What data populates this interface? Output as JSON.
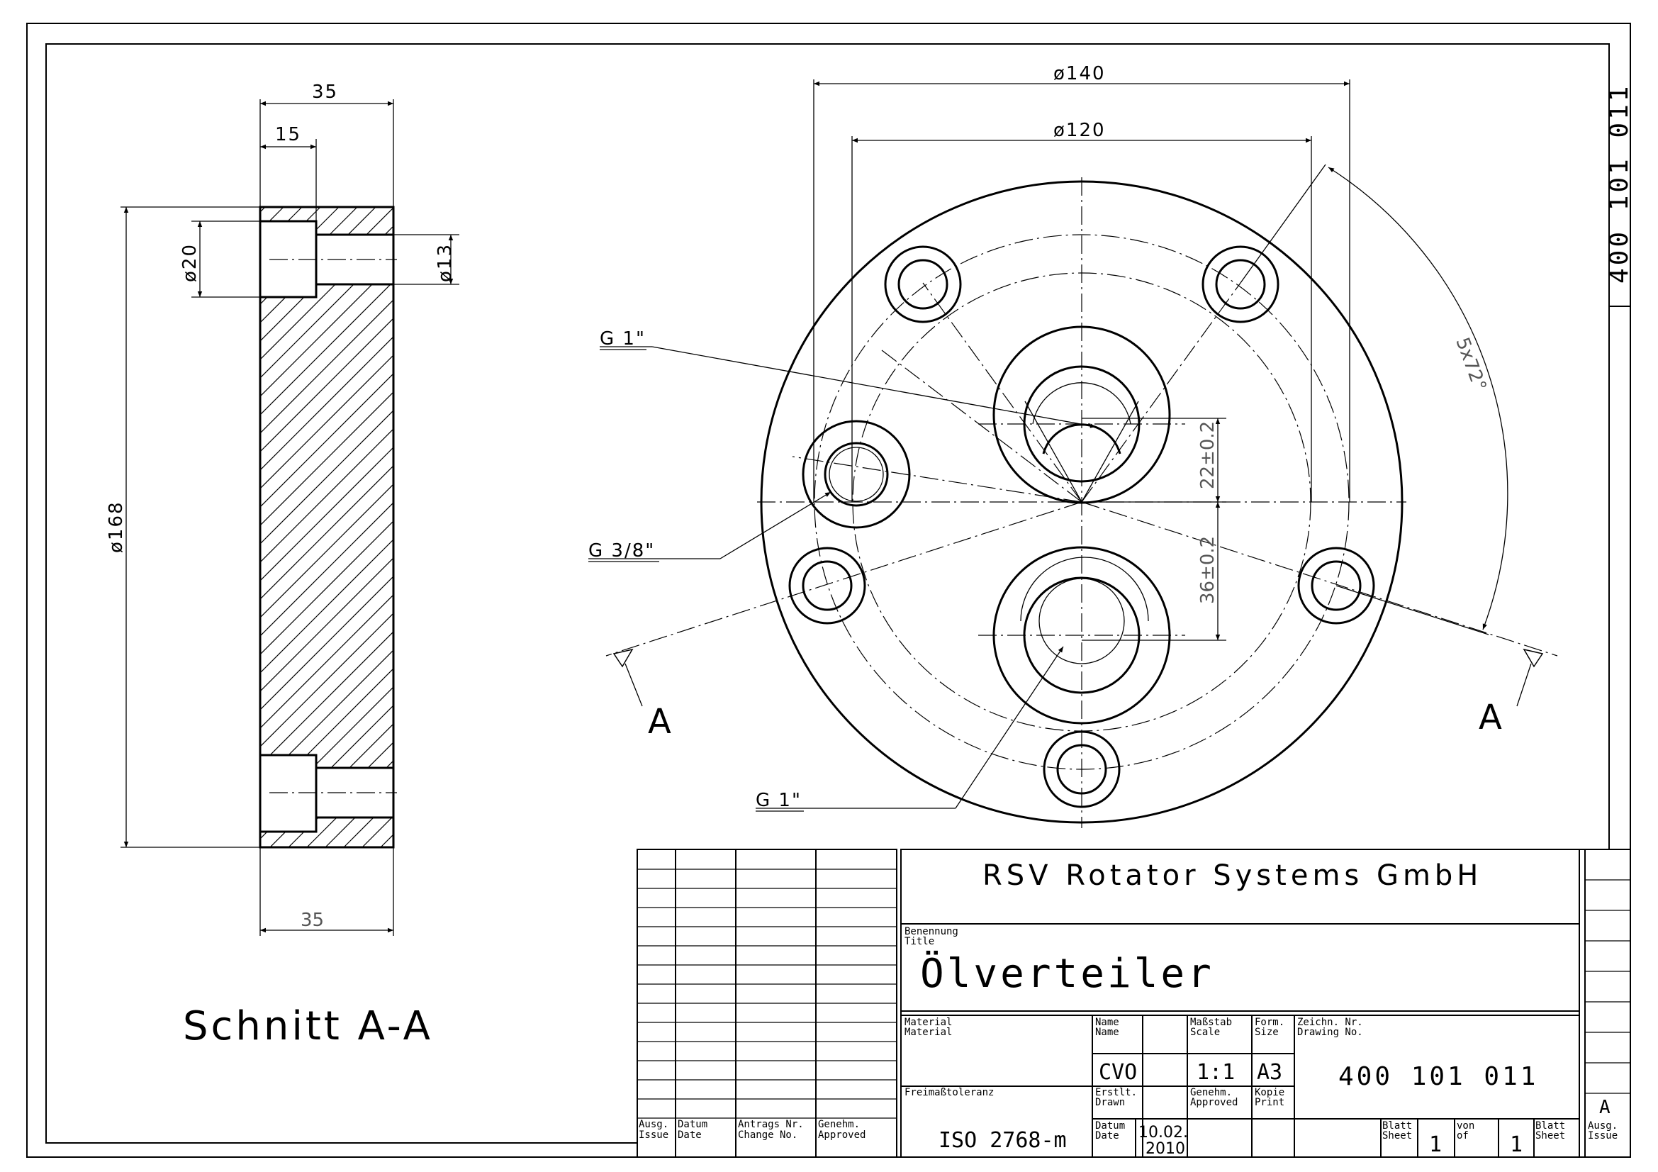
{
  "drawing": {
    "company": "RSV Rotator Systems GmbH",
    "section_label": "Schnitt A-A",
    "section_marker": "A",
    "side_code": "400 101 011"
  },
  "dimensions": {
    "d140": "ø140",
    "d120": "ø120",
    "d168": "ø168",
    "d20": "ø20",
    "d13": "ø13",
    "w35_top": "35",
    "w15": "15",
    "w35_bottom": "35",
    "off22": "22±0.2",
    "off36": "36±0.2",
    "angle": "5x72°"
  },
  "callouts": {
    "g1_top": "G 1\"",
    "g38": "G 3/8\"",
    "g1_bottom": "G 1\""
  },
  "revision_table": {
    "issue_label_de": "Ausg.",
    "issue_label_en": "Issue",
    "date_label_de": "Datum",
    "date_label_en": "Date",
    "change_label_de": "Antrags Nr.",
    "change_label_en": "Change No.",
    "approved_label_de": "Genehm.",
    "approved_label_en": "Approved"
  },
  "title_block": {
    "title_label_de": "Benennung",
    "title_label_en": "Title",
    "title": "Ölverteiler",
    "material_label_de": "Material",
    "material_label_en": "Material",
    "name_label_de": "Name",
    "name_label_en": "Name",
    "name": "CVO",
    "scale_label_de": "Maßstab",
    "scale_label_en": "Scale",
    "scale": "1:1",
    "size_label_de": "Form.",
    "size_label_en": "Size",
    "size": "A3",
    "drawing_no_label_de": "Zeichn. Nr.",
    "drawing_no_label_en": "Drawing No.",
    "drawing_no": "400 101 011",
    "tolerance_label": "Freimaßtoleranz",
    "tolerance": "ISO 2768-m",
    "drawn_label_de": "Erstlt.",
    "drawn_label_en": "Drawn",
    "approved_label_de": "Genehm.",
    "approved_label_en": "Approved",
    "print_label_de": "Kopie",
    "print_label_en": "Print",
    "date_label_de": "Datum",
    "date_label_en": "Date",
    "date_line1": "10.02.",
    "date_line2": "2010",
    "sheet_label_de": "Blatt",
    "sheet_label_en": "Sheet",
    "sheet": "1",
    "of_label_de": "von",
    "of_label_en": "of",
    "of": "1",
    "sheets_label_de": "Blatt",
    "sheets_label_en": "Sheet",
    "issue_label_de": "Ausg.",
    "issue_label_en": "Issue",
    "issue": "A"
  }
}
